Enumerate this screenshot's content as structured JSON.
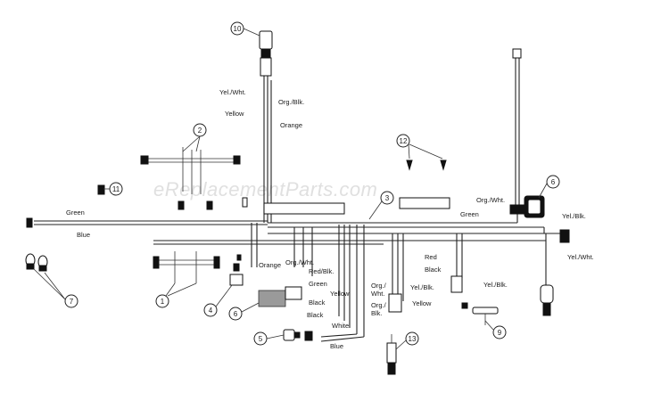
{
  "watermark": "eReplacementParts.com",
  "callouts": {
    "c1": "1",
    "c2": "2",
    "c3": "3",
    "c4": "4",
    "c5": "5",
    "c6": "6",
    "c6b": "6",
    "c7": "7",
    "c9": "9",
    "c10": "10",
    "c11": "11",
    "c12": "12",
    "c13": "13"
  },
  "wire_labels": {
    "yel_wht_top": "Yel./Wht.",
    "org_blk_top": "Org./Blk.",
    "yellow_top": "Yellow",
    "orange_top": "Orange",
    "green_left": "Green",
    "blue_left": "Blue",
    "org_wht_right": "Org./Wht.",
    "green_right": "Green",
    "yel_blk_right": "Yel./Blk.",
    "yel_wht_right": "Yel./Wht.",
    "orange_mid": "Orange",
    "org_wht_mid": "Org./Wht.",
    "red_blk_mid": "Red/Blk.",
    "green_mid": "Green",
    "yellow_mid": "Yellow",
    "black_mid": "Black",
    "black_low": "Black",
    "white_low": "White",
    "blue_low": "Blue",
    "red_right": "Red",
    "black_right": "Black",
    "yel_blk_lower": "Yel./Blk.",
    "org_wht_lower": "Org./\nWht.",
    "yel_blk_center": "Yel./Blk.",
    "org_blk_center": "Org./\nBlk.",
    "yellow_center": "Yellow"
  }
}
